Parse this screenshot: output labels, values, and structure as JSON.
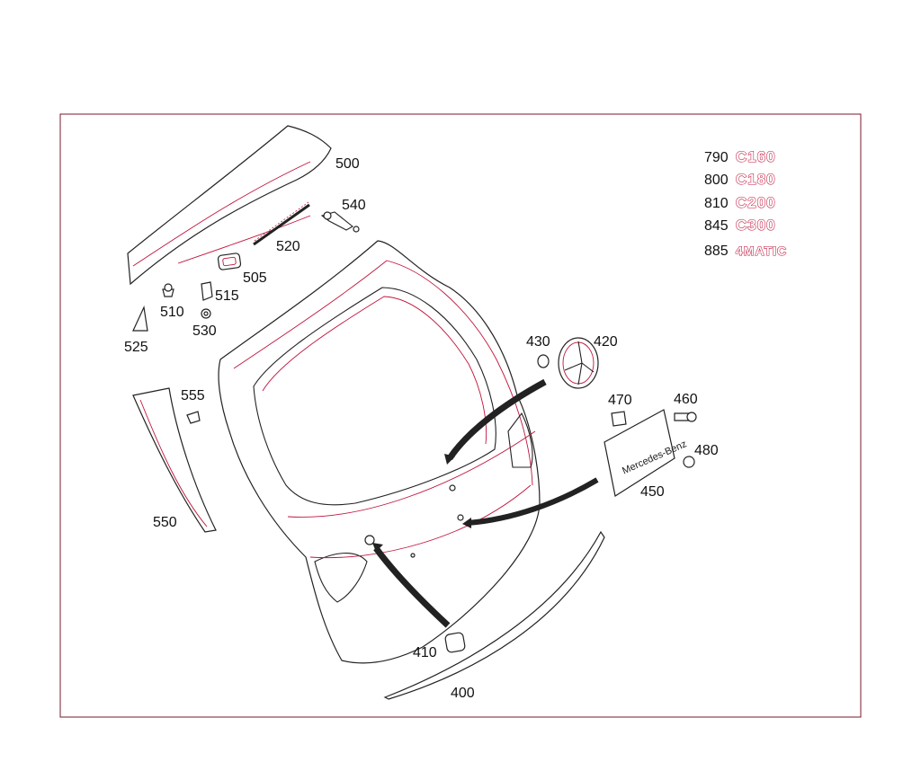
{
  "parts": [
    {
      "id": "p500",
      "label": "500"
    },
    {
      "id": "p540",
      "label": "540"
    },
    {
      "id": "p520",
      "label": "520"
    },
    {
      "id": "p505",
      "label": "505"
    },
    {
      "id": "p510",
      "label": "510"
    },
    {
      "id": "p515",
      "label": "515"
    },
    {
      "id": "p530",
      "label": "530"
    },
    {
      "id": "p525",
      "label": "525"
    },
    {
      "id": "p555",
      "label": "555"
    },
    {
      "id": "p550",
      "label": "550"
    },
    {
      "id": "p430",
      "label": "430"
    },
    {
      "id": "p420",
      "label": "420"
    },
    {
      "id": "p470",
      "label": "470"
    },
    {
      "id": "p460",
      "label": "460"
    },
    {
      "id": "p480",
      "label": "480"
    },
    {
      "id": "p450",
      "label": "450"
    },
    {
      "id": "p410",
      "label": "410"
    },
    {
      "id": "p400",
      "label": "400"
    }
  ],
  "emblems": [
    {
      "number": "790",
      "text": "C160"
    },
    {
      "number": "800",
      "text": "C180"
    },
    {
      "number": "810",
      "text": "C200"
    },
    {
      "number": "845",
      "text": "C300"
    },
    {
      "number": "885",
      "text": "4MATIC"
    }
  ],
  "plate_text": "Mercedes-Benz",
  "colors": {
    "accent": "#c0143c",
    "line": "#222222",
    "frame": "#7a1a2a"
  }
}
